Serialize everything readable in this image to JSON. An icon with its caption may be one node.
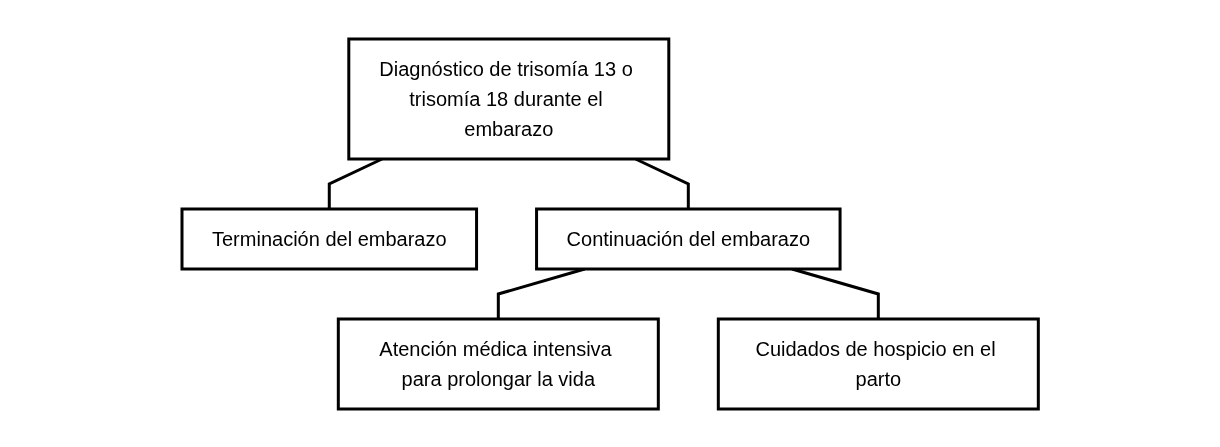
{
  "diagram": {
    "nodes": [
      {
        "text": [
          "Diagnóstico de trisomía 13 o trisomía 18 durante el embarazo"
        ]
      },
      {
        "text": [
          "Terminación del embarazo"
        ]
      },
      {
        "text": [
          "Continuación del embarazo"
        ]
      },
      {
        "text": [
          "Atención médica intensiva para prolongar la vida"
        ]
      },
      {
        "text": [
          "Cuidados de hospicio en el parto"
        ]
      }
    ],
    "edges": [
      {
        "from": 0,
        "to": 1,
        "arrow": "none"
      },
      {
        "from": 0,
        "to": 2,
        "arrow": "none"
      },
      {
        "from": 2,
        "to": 3,
        "arrow": "none"
      },
      {
        "from": 2,
        "to": 4,
        "arrow": "none"
      }
    ]
  }
}
